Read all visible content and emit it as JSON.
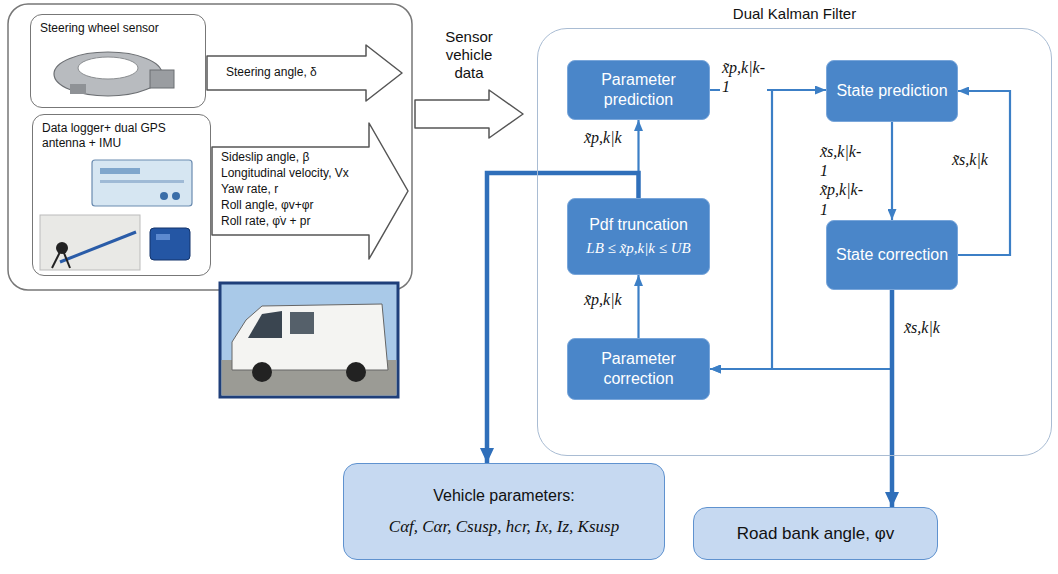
{
  "diagram": {
    "nodes": [
      {
        "text": [
          "Steering wheel sensor"
        ]
      },
      {
        "text": [
          "Steering angle, δ"
        ]
      },
      {
        "text": [
          "Data logger+ dual GPS antenna + IMU"
        ]
      },
      {
        "text": [
          "Sideslip angle, β",
          "Longitudinal velocity, Vx",
          "Yaw rate, r",
          "Roll angle, φv+φr",
          "Roll rate, φ̇v + pr"
        ]
      },
      {
        "text": [
          "Sensor vehicle data"
        ]
      },
      {
        "text": [
          "Dual Kalman Filter"
        ]
      },
      {
        "text": [
          "Parameter prediction"
        ],
        "in": 5
      },
      {
        "text": [
          "State prediction"
        ],
        "in": 5
      },
      {
        "text": [
          "Pdf truncation",
          "LB ≤ x̃p,k|k ≤ UB"
        ],
        "in": 5
      },
      {
        "text": [
          "State correction"
        ],
        "in": 5
      },
      {
        "text": [
          "Parameter correction"
        ],
        "in": 5
      },
      {
        "text": [
          "Vehicle parameters:",
          "Cαf, Cαr, Csusp, hcr, Ix, Iz, Ksusp"
        ]
      },
      {
        "text": [
          "Road bank angle, φv"
        ]
      }
    ],
    "edges": [
      {
        "from": 6,
        "to": 7,
        "arrow": "to",
        "label": "x̃p,k|k-1"
      },
      {
        "from": 7,
        "to": 9,
        "arrow": "to",
        "label": "x̃s,k|k-1 x̃p,k|k-1"
      },
      {
        "from": 9,
        "to": 7,
        "arrow": "to",
        "label": "x̃s,k|k"
      },
      {
        "from": 9,
        "to": 10,
        "arrow": "to",
        "label": "x̃s,k|k"
      },
      {
        "from": 6,
        "to": 10,
        "arrow": "to"
      },
      {
        "from": 10,
        "to": 8,
        "arrow": "to",
        "label": "x̃p,k|k"
      },
      {
        "from": 8,
        "to": 6,
        "arrow": "to",
        "label": "x̃p,k|k"
      },
      {
        "from": 8,
        "to": 11,
        "arrow": "to"
      },
      {
        "from": 9,
        "to": 12,
        "arrow": "to"
      }
    ]
  }
}
